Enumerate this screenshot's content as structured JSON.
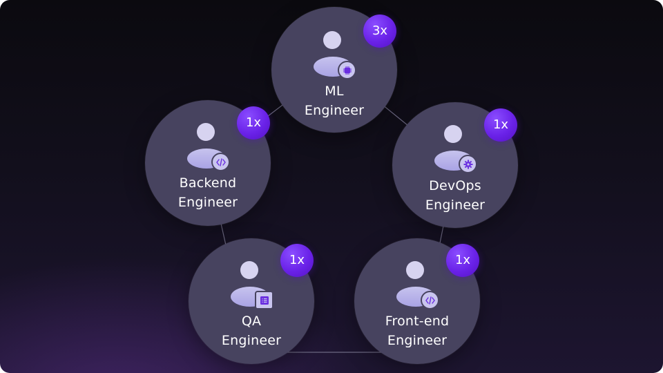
{
  "roles": [
    {
      "id": "ml",
      "title_line1": "ML",
      "title_line2": "Engineer",
      "count": "3x",
      "icon": "chip-icon"
    },
    {
      "id": "backend",
      "title_line1": "Backend",
      "title_line2": "Engineer",
      "count": "1x",
      "icon": "code-icon"
    },
    {
      "id": "devops",
      "title_line1": "DevOps",
      "title_line2": "Engineer",
      "count": "1x",
      "icon": "gear-icon"
    },
    {
      "id": "qa",
      "title_line1": "QA",
      "title_line2": "Engineer",
      "count": "1x",
      "icon": "checklist-icon"
    },
    {
      "id": "frontend",
      "title_line1": "Front-end",
      "title_line2": "Engineer",
      "count": "1x",
      "icon": "code-icon"
    }
  ],
  "colors": {
    "node": "#47435f",
    "badge": "#6a22e8",
    "avatar": "#d7d3f0",
    "icon_glyph": "#6a2ee0"
  }
}
